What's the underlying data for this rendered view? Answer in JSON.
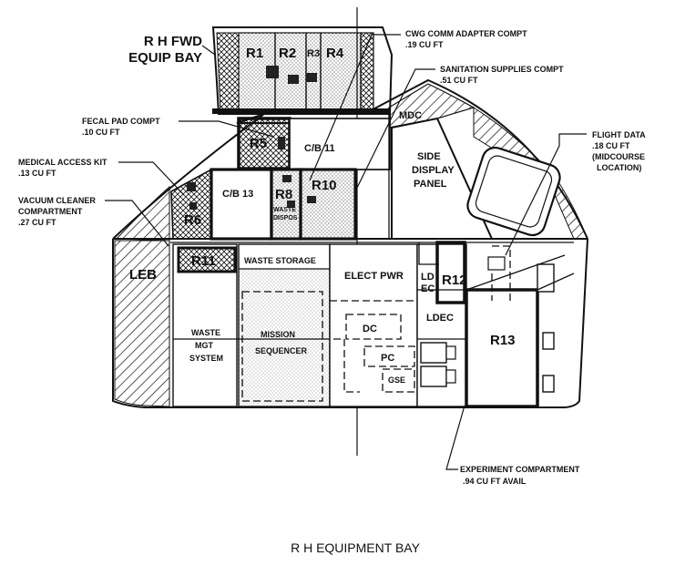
{
  "title": "R H EQUIPMENT BAY",
  "labels": {
    "rh_fwd_line1": "R H FWD",
    "rh_fwd_line2": "EQUIP BAY",
    "r1": "R1",
    "r2": "R2",
    "r3": "R3",
    "r4": "R4",
    "r5": "R5",
    "r6": "R6",
    "r8": "R8",
    "r10": "R10",
    "r11": "R11",
    "r12": "R12",
    "r13": "R13",
    "cb11": "C/B 11",
    "cb13": "C/B 13",
    "waste_disp_line1": "WASTE",
    "waste_disp_line2": "DISPOS",
    "mdc": "MDC",
    "side_display_line1": "SIDE",
    "side_display_line2": "DISPLAY",
    "side_display_line3": "PANEL",
    "leb": "LEB",
    "waste_storage": "WASTE STORAGE",
    "elect_pwr": "ELECT PWR",
    "ldec_a_line1": "LD",
    "ldec_a_line2": "EC",
    "ldec_b": "LDEC",
    "waste_mgt_line1": "WASTE",
    "waste_mgt_line2": "MGT",
    "waste_mgt_line3": "SYSTEM",
    "mission_seq_line1": "MISSION",
    "mission_seq_line2": "SEQUENCER",
    "dc": "DC",
    "pc": "PC",
    "gse": "GSE"
  },
  "callouts": {
    "cwg_line1": "CWG COMM ADAPTER COMPT",
    "cwg_line2": ".19 CU FT",
    "san_line1": "SANITATION SUPPLIES COMPT",
    "san_line2": ".51 CU FT",
    "fecal_line1": "FECAL PAD COMPT",
    "fecal_line2": ".10 CU FT",
    "med_line1": "MEDICAL ACCESS KIT",
    "med_line2": ".13 CU FT",
    "vac_line1": "VACUUM CLEANER",
    "vac_line2": "COMPARTMENT",
    "vac_line3": ".27 CU FT",
    "flight_line1": "FLIGHT DATA",
    "flight_line2": ".18 CU FT",
    "flight_line3": "(MIDCOURSE",
    "flight_line4": "LOCATION)",
    "exp_line1": "EXPERIMENT COMPARTMENT",
    "exp_line2": ".94 CU FT AVAIL"
  }
}
